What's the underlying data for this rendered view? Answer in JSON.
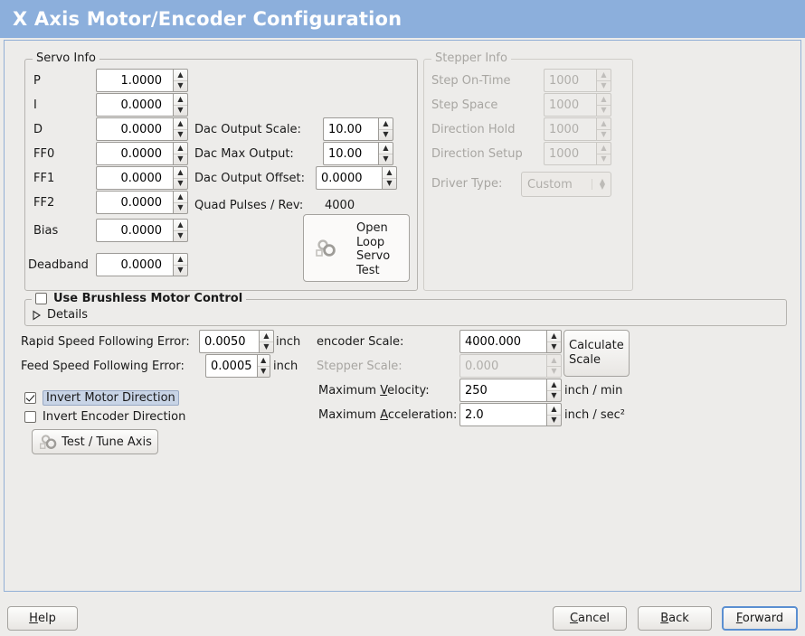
{
  "window": {
    "title": "X Axis Motor/Encoder Configuration",
    "title_bar_color": "#8cafdc"
  },
  "servo_info": {
    "legend": "Servo Info",
    "rows": [
      {
        "label": "P",
        "value": "1.0000"
      },
      {
        "label": "I",
        "value": "0.0000"
      },
      {
        "label": "D",
        "value": "0.0000"
      },
      {
        "label": "FF0",
        "value": "0.0000"
      },
      {
        "label": "FF1",
        "value": "0.0000"
      },
      {
        "label": "FF2",
        "value": "0.0000"
      },
      {
        "label": "Bias",
        "value": "0.0000"
      },
      {
        "label": "Deadband",
        "value": "0.0000"
      }
    ],
    "dac": [
      {
        "label": "Dac Output Scale:",
        "value": "10.00"
      },
      {
        "label": "Dac Max Output:",
        "value": "10.00"
      },
      {
        "label": "Dac Output Offset:",
        "value": "0.0000"
      }
    ],
    "quad_pulses_label": "Quad Pulses / Rev:",
    "quad_pulses_value": "4000",
    "open_loop_button": {
      "lines": [
        "Open",
        "Loop",
        "Servo",
        "Test"
      ],
      "icon": "gears-icon"
    }
  },
  "stepper_info": {
    "legend": "Stepper Info",
    "enabled": false,
    "rows": [
      {
        "label": "Step On-Time",
        "value": "1000"
      },
      {
        "label": "Step Space",
        "value": "1000"
      },
      {
        "label": "Direction Hold",
        "value": "1000"
      },
      {
        "label": "Direction Setup",
        "value": "1000"
      }
    ],
    "driver_type_label": "Driver Type:",
    "driver_type_value": "Custom"
  },
  "brushless": {
    "legend": "Use Brushless Motor Control",
    "checked": false,
    "details_label": "Details",
    "details_expanded": false
  },
  "tuning": {
    "rapid_label": "Rapid Speed Following Error:",
    "rapid_value": "0.0050",
    "rapid_unit": "inch",
    "feed_label": "Feed Speed Following Error:",
    "feed_value": "0.0005",
    "feed_unit": "inch",
    "invert_motor_label": "Invert Motor Direction",
    "invert_motor_checked": true,
    "invert_encoder_label": "Invert Encoder Direction",
    "invert_encoder_checked": false,
    "test_tune_label": "Test / Tune Axis"
  },
  "scales": {
    "encoder_label": "encoder Scale:",
    "encoder_value": "4000.000",
    "stepper_label": "Stepper Scale:",
    "stepper_value": "0.000",
    "stepper_enabled": false,
    "calculate_lines": [
      "Calculate",
      "Scale"
    ],
    "max_velocity_label_pre": "Maximum ",
    "max_velocity_label_key": "V",
    "max_velocity_label_post": "elocity:",
    "max_velocity_value": "250",
    "max_velocity_unit": "inch / min",
    "max_accel_label_pre": "Maximum ",
    "max_accel_label_key": "A",
    "max_accel_label_post": "cceleration:",
    "max_accel_value": "2.0",
    "max_accel_unit": "inch / sec²"
  },
  "footer": {
    "help_pre": "",
    "help_key": "H",
    "help_post": "elp",
    "cancel_pre": "",
    "cancel_key": "C",
    "cancel_post": "ancel",
    "back_pre": "",
    "back_key": "B",
    "back_post": "ack",
    "forward_pre": "",
    "forward_key": "F",
    "forward_post": "orward",
    "focused": "forward-button"
  }
}
